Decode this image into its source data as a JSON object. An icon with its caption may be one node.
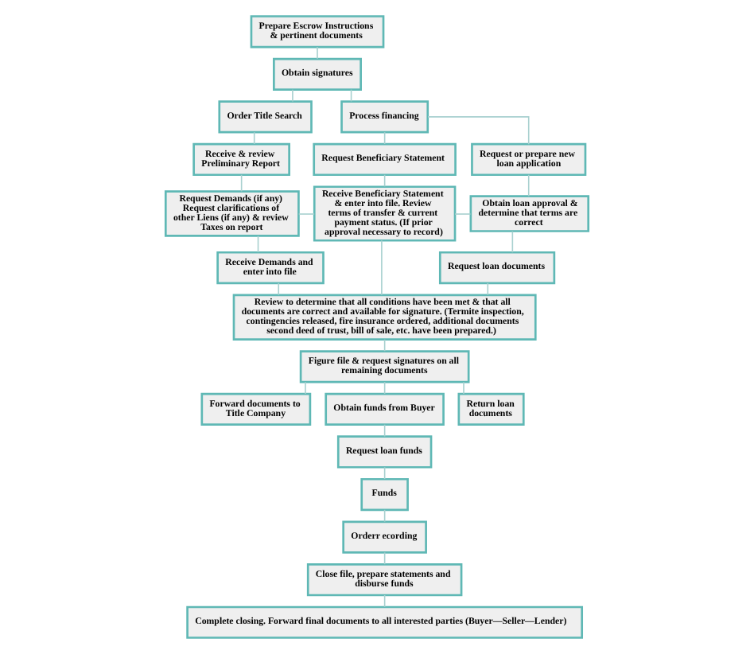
{
  "diagram": {
    "nodes": [
      {
        "text": [
          "Prepare Escrow Instructions & pertinent documents"
        ]
      },
      {
        "text": [
          "Obtain signatures"
        ]
      },
      {
        "text": [
          "Order Title Search"
        ]
      },
      {
        "text": [
          "Process financing"
        ]
      },
      {
        "text": [
          "Receive & review Preliminary Report"
        ]
      },
      {
        "text": [
          "Request Beneficiary Statement"
        ]
      },
      {
        "text": [
          "Request or prepare new loan application"
        ]
      },
      {
        "text": [
          "Request Demands (if any) Request clarifications of other Liens (if any) & review Taxes on report"
        ]
      },
      {
        "text": [
          "Receive Beneficiary Statement & enter into file. Review terms of transfer & current payment status. (If prior approval necessary to record)"
        ]
      },
      {
        "text": [
          "Obtain loan approval & determine that terms are correct"
        ]
      },
      {
        "text": [
          "Receive Demands and enter into file"
        ]
      },
      {
        "text": [
          "Request loan documents"
        ]
      },
      {
        "text": [
          "Review to determine that all conditions have been met & that all documents are correct and available for signature. (Termite inspection, contingencies released, fire insurance ordered, additional documents second deed of trust, bill of sale, etc. have been prepared.)"
        ]
      },
      {
        "text": [
          "Figure file & request signatures on all remaining documents"
        ]
      },
      {
        "text": [
          "Forward documents to Title Company"
        ]
      },
      {
        "text": [
          "Obtain funds from Buyer"
        ]
      },
      {
        "text": [
          "Return loan documents"
        ]
      },
      {
        "text": [
          "Request loan funds"
        ]
      },
      {
        "text": [
          "Funds"
        ]
      },
      {
        "text": [
          "Orderr ecording"
        ]
      },
      {
        "text": [
          "Close file, prepare statements and disburse funds"
        ]
      },
      {
        "text": [
          "Complete closing. Forward final documents to all interested parties (Buyer—Seller—Lender)"
        ]
      }
    ],
    "edges": [
      {
        "from": 0,
        "to": 1,
        "arrow": "none"
      },
      {
        "from": 1,
        "to": 2,
        "arrow": "none"
      },
      {
        "from": 1,
        "to": 3,
        "arrow": "none"
      },
      {
        "from": 2,
        "to": 4,
        "arrow": "none"
      },
      {
        "from": 3,
        "to": 5,
        "arrow": "none"
      },
      {
        "from": 3,
        "to": 6,
        "arrow": "none"
      },
      {
        "from": 4,
        "to": 7,
        "arrow": "none"
      },
      {
        "from": 5,
        "to": 8,
        "arrow": "none"
      },
      {
        "from": 6,
        "to": 9,
        "arrow": "none"
      },
      {
        "from": 7,
        "to": 8,
        "arrow": "none"
      },
      {
        "from": 8,
        "to": 9,
        "arrow": "none"
      },
      {
        "from": 7,
        "to": 10,
        "arrow": "none"
      },
      {
        "from": 9,
        "to": 11,
        "arrow": "none"
      },
      {
        "from": 10,
        "to": 12,
        "arrow": "none"
      },
      {
        "from": 8,
        "to": 12,
        "arrow": "none"
      },
      {
        "from": 11,
        "to": 12,
        "arrow": "none"
      },
      {
        "from": 12,
        "to": 13,
        "arrow": "none"
      },
      {
        "from": 13,
        "to": 14,
        "arrow": "none"
      },
      {
        "from": 13,
        "to": 15,
        "arrow": "none"
      },
      {
        "from": 13,
        "to": 16,
        "arrow": "none"
      },
      {
        "from": 15,
        "to": 17,
        "arrow": "none"
      },
      {
        "from": 17,
        "to": 18,
        "arrow": "none"
      },
      {
        "from": 18,
        "to": 19,
        "arrow": "none"
      },
      {
        "from": 19,
        "to": 20,
        "arrow": "none"
      },
      {
        "from": 20,
        "to": 21,
        "arrow": "none"
      }
    ]
  }
}
